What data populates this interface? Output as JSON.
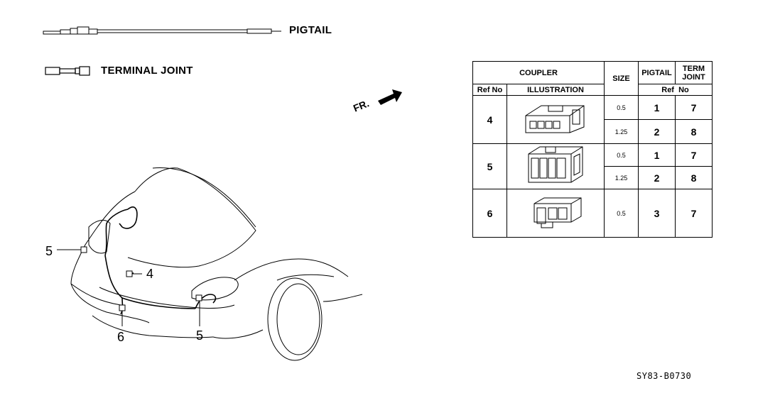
{
  "legend": {
    "pigtail_label": "PIGTAIL",
    "terminal_joint_label": "TERMINAL JOINT"
  },
  "front_indicator": "FR.",
  "callouts": {
    "left_fog": "5",
    "center": "4",
    "bottom": "6",
    "right_fog": "5"
  },
  "table": {
    "header": {
      "coupler": "COUPLER",
      "size": "SIZE",
      "pigtail": "PIGTAIL",
      "term_joint_line1": "TERM",
      "term_joint_line2": "JOINT",
      "ref_no": "Ref No",
      "illustration": "ILLUSTRATION",
      "ref_no_spaced": "Ref  No"
    },
    "rows": [
      {
        "ref": "4",
        "sizes": [
          "0.5",
          "1.25"
        ],
        "pigtail": [
          "1",
          "2"
        ],
        "term": [
          "7",
          "8"
        ]
      },
      {
        "ref": "5",
        "sizes": [
          "0.5",
          "1.25"
        ],
        "pigtail": [
          "1",
          "2"
        ],
        "term": [
          "7",
          "8"
        ]
      },
      {
        "ref": "6",
        "sizes": [
          "0.5"
        ],
        "pigtail": [
          "3"
        ],
        "term": [
          "7"
        ]
      }
    ]
  },
  "diagram_code": "SY83-B0730"
}
